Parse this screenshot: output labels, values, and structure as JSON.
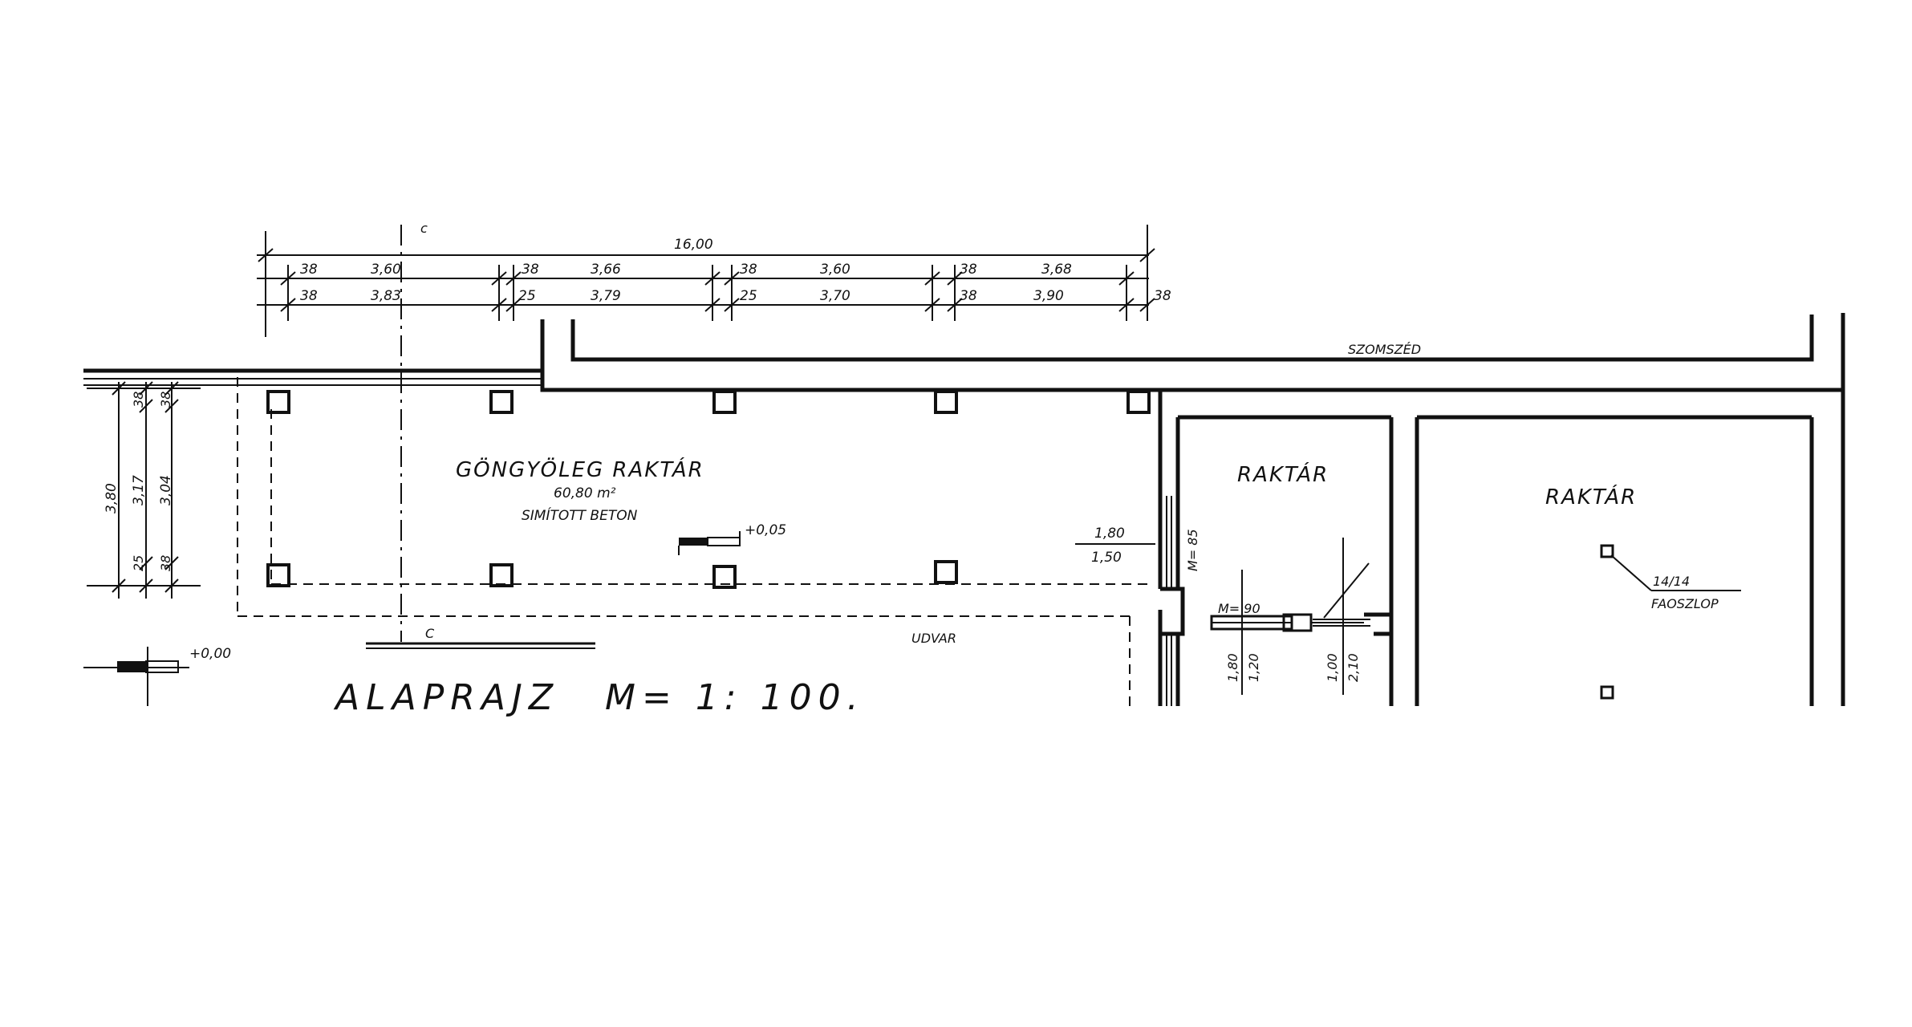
{
  "drawing": {
    "title": "ALAPRAJZ",
    "scale": "M= 1: 100.",
    "neighbor_label": "SZOMSZÉD",
    "courtyard_label": "UDVAR",
    "section_mark_top": "c",
    "section_mark_bottom": "C"
  },
  "rooms": {
    "main_store": {
      "name": "GÖNGYÖLEG RAKTÁR",
      "area": "60,80 m²",
      "floor": "SIMÍTOTT BETON",
      "level": "+0,05"
    },
    "store_middle": {
      "name": "RAKTÁR"
    },
    "store_right": {
      "name": "RAKTÁR",
      "post": "14/14",
      "post_label": "FAOSZLOP"
    }
  },
  "levels": {
    "base": "+0,00"
  },
  "dimensions": {
    "overall": "16,00",
    "row1": [
      "38",
      "3,60",
      "38",
      "3,66",
      "38",
      "3,60",
      "38",
      "3,68"
    ],
    "row2": [
      "38",
      "3,83",
      "25",
      "3,79",
      "25",
      "3,70",
      "38",
      "3,90",
      "38"
    ],
    "left_total": "3,80",
    "left_a": "3,17",
    "left_b": "3,04",
    "left_marks": [
      "38",
      "38",
      "25",
      "38"
    ],
    "window_w": "1,80",
    "window_h": "1,50",
    "wall_mark": "M= 85",
    "door_label": "M= 90",
    "door_a": "1,80",
    "door_b": "1,20",
    "door_c": "1,00",
    "door_d": "2,10"
  }
}
